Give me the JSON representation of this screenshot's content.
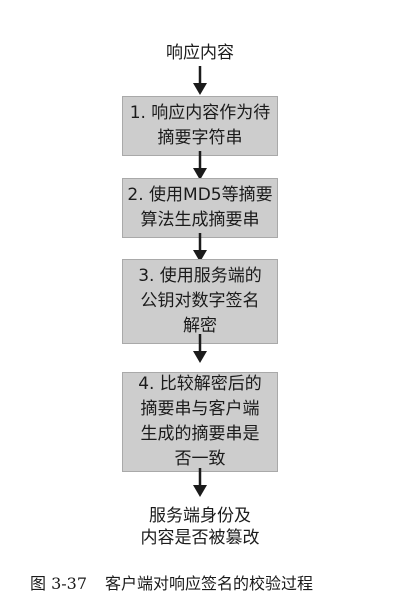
{
  "diagram": {
    "input_label": "响应内容",
    "steps": [
      {
        "lines": [
          "1. 响应内容作为待",
          "摘要字符串"
        ]
      },
      {
        "lines": [
          "2. 使用MD5等摘要",
          "算法生成摘要串"
        ]
      },
      {
        "lines": [
          "3. 使用服务端的",
          "公钥对数字签名",
          "解密"
        ]
      },
      {
        "lines": [
          "4. 比较解密后的",
          "摘要串与客户端",
          "生成的摘要串是",
          "否一致"
        ]
      }
    ],
    "output_label": [
      "服务端身份及",
      "内容是否被篡改"
    ]
  },
  "caption": {
    "number": "图 3-37",
    "text": "客户端对响应签名的校验过程"
  }
}
